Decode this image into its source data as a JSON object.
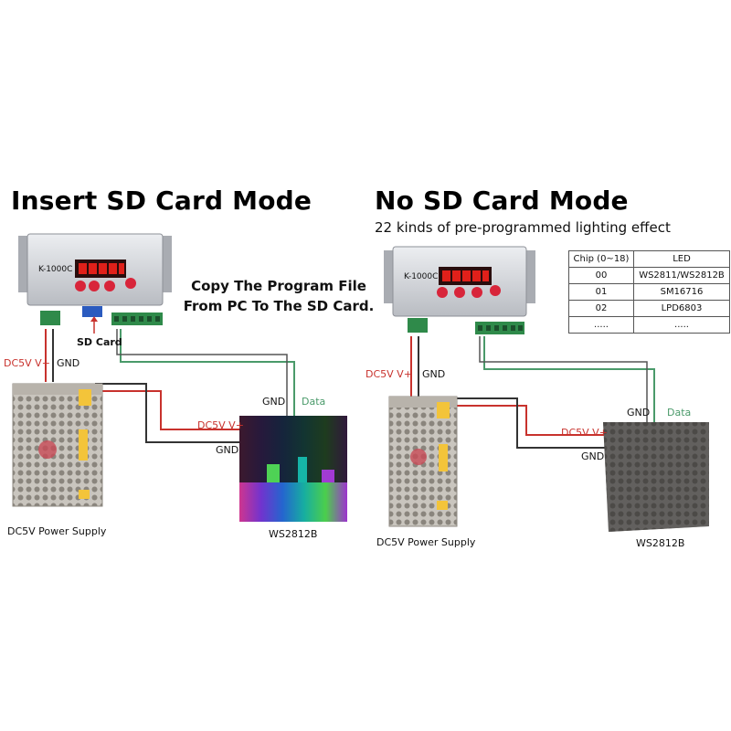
{
  "left": {
    "title": "Insert SD Card Mode",
    "note_line1": "Copy The Program File",
    "note_line2": "From PC To The SD Card.",
    "controller_model": "K-1000C",
    "sd_card_label": "SD Card",
    "labels": {
      "dc5v": "DC5V V+",
      "gnd_supply": "GND",
      "gnd_panel_top": "GND",
      "data": "Data",
      "dc5v_panel": "DC5V V+",
      "gnd_panel_bottom": "GND"
    },
    "power_supply_label": "DC5V Power Supply",
    "panel_label": "WS2812B"
  },
  "right": {
    "title": "No SD Card Mode",
    "subtitle": "22 kinds of pre-programmed lighting effect",
    "controller_model": "K-1000C",
    "labels": {
      "dc5v": "DC5V V+",
      "gnd_supply": "GND",
      "gnd_panel_top": "GND",
      "data": "Data",
      "dc5v_panel": "DC5V V+",
      "gnd_panel_bottom": "GND"
    },
    "power_supply_label": "DC5V Power Supply",
    "panel_label": "WS2812B",
    "chip_table": {
      "headers": [
        "Chip (0~18)",
        "LED"
      ],
      "rows": [
        [
          "00",
          "WS2811/WS2812B"
        ],
        [
          "01",
          "SM16716"
        ],
        [
          "02",
          "LPD6803"
        ],
        [
          ".....",
          "....."
        ]
      ]
    }
  },
  "colors": {
    "power_wire": "#c8322d",
    "data_wire": "#4a9a6a",
    "gnd_wire": "#333333",
    "controller_body": "#d8dade",
    "button": "#d8253a",
    "display": "#c41818",
    "terminal": "#2f8a4a"
  }
}
